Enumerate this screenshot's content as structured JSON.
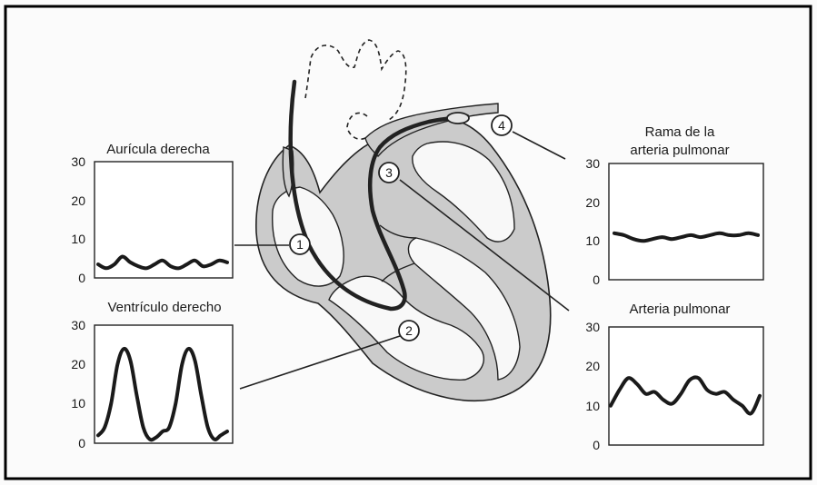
{
  "palette": {
    "ink": "#1a1a1a",
    "tissue": "#c9c9c9",
    "frame": "#000000"
  },
  "markers": [
    "1",
    "2",
    "3",
    "4"
  ],
  "panels": [
    {
      "id": "ra",
      "title": [
        "Aurícula derecha"
      ],
      "ticks": [
        "30",
        "20",
        "10",
        "0"
      ],
      "marker": "1"
    },
    {
      "id": "rv",
      "title": [
        "Ventrículo derecho"
      ],
      "ticks": [
        "30",
        "20",
        "10",
        "0"
      ],
      "marker": "2"
    },
    {
      "id": "pab",
      "title": [
        "Rama de la",
        "arteria pulmonar"
      ],
      "ticks": [
        "30",
        "20",
        "10",
        "0"
      ],
      "marker": "4"
    },
    {
      "id": "pa",
      "title": [
        "Arteria pulmonar"
      ],
      "ticks": [
        "30",
        "20",
        "10",
        "0"
      ],
      "marker": "3"
    }
  ],
  "chart_data": [
    {
      "type": "line",
      "title": "Aurícula derecha",
      "ylim": [
        0,
        30
      ],
      "series": [
        {
          "values": [
            3.5,
            2.5,
            3.5,
            5.5,
            4,
            3,
            2.5,
            3.5,
            4.5,
            3,
            2.5,
            3.5,
            4.5,
            3,
            3.5,
            4.5,
            4
          ]
        }
      ]
    },
    {
      "type": "line",
      "title": "Ventrículo derecho",
      "ylim": [
        0,
        30
      ],
      "series": [
        {
          "values": [
            2,
            4,
            10,
            20,
            24,
            21,
            12,
            4,
            1,
            1.5,
            3,
            4,
            10,
            20,
            24,
            21,
            12,
            4,
            1,
            2,
            3
          ]
        }
      ]
    },
    {
      "type": "line",
      "title": "Rama de la arteria pulmonar",
      "ylim": [
        0,
        30
      ],
      "series": [
        {
          "values": [
            12,
            11.5,
            10.5,
            10,
            10.5,
            11,
            10.5,
            11,
            11.5,
            11,
            11.5,
            12,
            11.5,
            11.5,
            12,
            11.5
          ]
        }
      ]
    },
    {
      "type": "line",
      "title": "Arteria pulmonar",
      "ylim": [
        0,
        30
      ],
      "series": [
        {
          "values": [
            10,
            14,
            17,
            15.5,
            13,
            13.5,
            11.5,
            10.5,
            13,
            16.5,
            17,
            14,
            13,
            13.5,
            11.5,
            10,
            8,
            12.5
          ]
        }
      ]
    }
  ]
}
